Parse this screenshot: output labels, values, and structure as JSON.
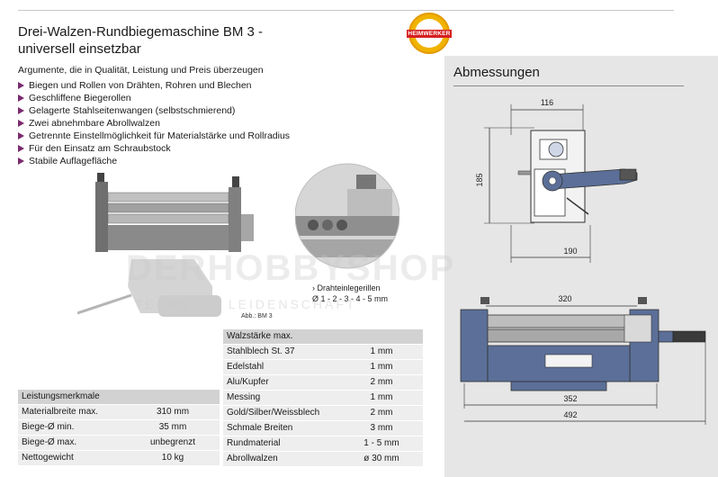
{
  "title_line1": "Drei-Walzen-Rundbiegemaschine BM 3 -",
  "title_line2": "universell einsetzbar",
  "intro": "Argumente, die in Qualität, Leistung und Preis überzeugen",
  "features": [
    "Biegen und Rollen von Drähten, Rohren und Blechen",
    "Geschliffene Biegerollen",
    "Gelagerte Stahlseitenwangen (selbstschmierend)",
    "Zwei abnehmbare Abrollwalzen",
    "Getrennte Einstellmöglichkeit für Materialstärke und Rollradius",
    "Für den Einsatz am Schraubstock",
    "Stabile Auflagefläche"
  ],
  "logo_text": "HEIMWERKER",
  "dimensions": {
    "title": "Abmessungen",
    "side_width": "116",
    "side_height": "185",
    "side_depth": "190",
    "front_top": "320",
    "front_mid": "352",
    "front_total": "492"
  },
  "photo_caption": "Abb.: BM 3",
  "detail_caption_line1": "›  Drahteinlegerillen",
  "detail_caption_line2": "Ø 1 - 2 - 3 - 4 - 5 mm",
  "watermark": "DERHOBBYSHOP",
  "watermark_sub": "TECHNIK · LEIDENSCHAFT",
  "spec_table": {
    "header": [
      "Leistungsmerkmale",
      ""
    ],
    "rows": [
      [
        "Materialbreite max.",
        "310 mm"
      ],
      [
        "Biege-Ø min.",
        "35 mm"
      ],
      [
        "Biege-Ø max.",
        "unbegrenzt"
      ],
      [
        "Nettogewicht",
        "10 kg"
      ]
    ]
  },
  "thickness_table": {
    "header": [
      "Walzstärke max.",
      ""
    ],
    "rows": [
      [
        "Stahlblech St. 37",
        "1 mm"
      ],
      [
        "Edelstahl",
        "1 mm"
      ],
      [
        "Alu/Kupfer",
        "2 mm"
      ],
      [
        "Messing",
        "1 mm"
      ],
      [
        "Gold/Silber/Weissblech",
        "2 mm"
      ],
      [
        "Schmale Breiten",
        "3 mm"
      ],
      [
        "Rundmaterial",
        "1 - 5 mm"
      ],
      [
        "Abrollwalzen",
        "ø 30 mm"
      ]
    ]
  },
  "colors": {
    "bullet": "#7a2a6e",
    "machine_blue": "#5b6f98",
    "logo_gold": "#f0b300",
    "logo_red": "#d62020"
  }
}
